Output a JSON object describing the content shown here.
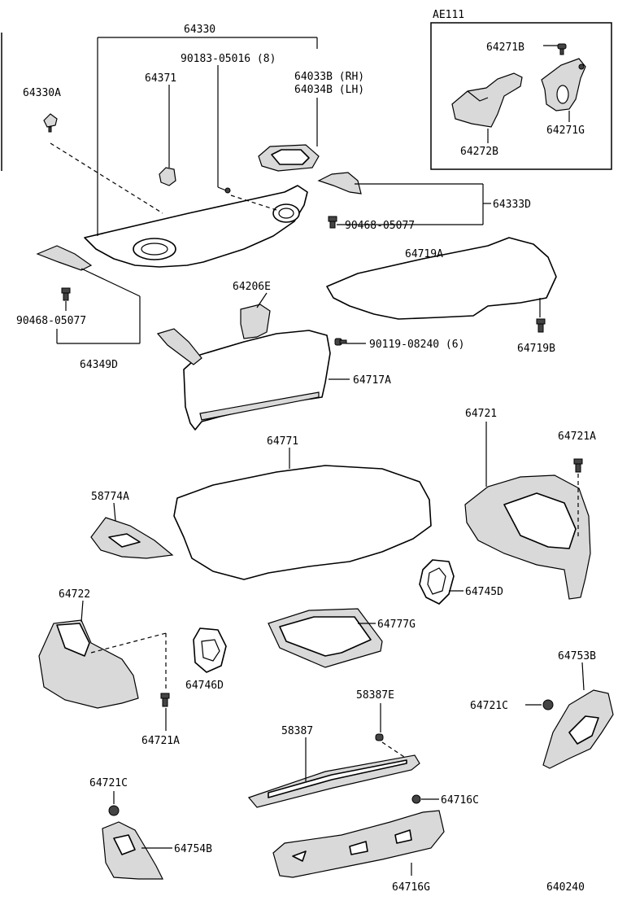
{
  "inset": {
    "title": "AE111"
  },
  "labels": {
    "p64330": "64330",
    "p90183": "90183-05016 (8)",
    "p64371": "64371",
    "p64330A": "64330A",
    "p64033B": "64033B (RH)",
    "p64034B": "64034B (LH)",
    "p64271B": "64271B",
    "p64272B": "64272B",
    "p64271G": "64271G",
    "p64333D": "64333D",
    "p90468a": "90468-05077",
    "p64719A": "64719A",
    "p64206E": "64206E",
    "p90468b": "90468-05077",
    "p64349D": "64349D",
    "p90119": "90119-08240 (6)",
    "p64719B": "64719B",
    "p64717A": "64717A",
    "p64721": "64721",
    "p64771": "64771",
    "p64721A_r": "64721A",
    "p58774A": "58774A",
    "p64722": "64722",
    "p64745D": "64745D",
    "p64777G": "64777G",
    "p64753B": "64753B",
    "p64746D": "64746D",
    "p58387E": "58387E",
    "p64721C_r": "64721C",
    "p64721A_l": "64721A",
    "p58387": "58387",
    "p64721C_l": "64721C",
    "p64716C": "64716C",
    "p64754B": "64754B",
    "p64716G": "64716G",
    "figure_no": "640240"
  }
}
